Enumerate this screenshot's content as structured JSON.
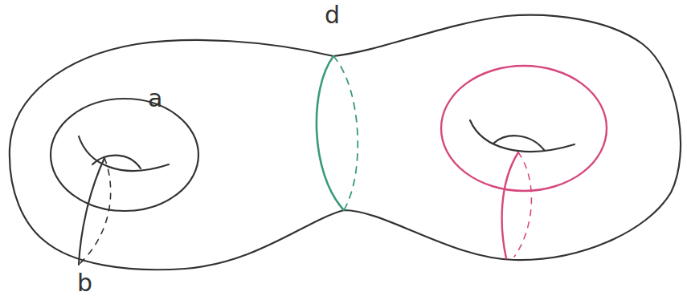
{
  "diagram": {
    "labels": [
      "a",
      "b",
      "d"
    ]
  }
}
